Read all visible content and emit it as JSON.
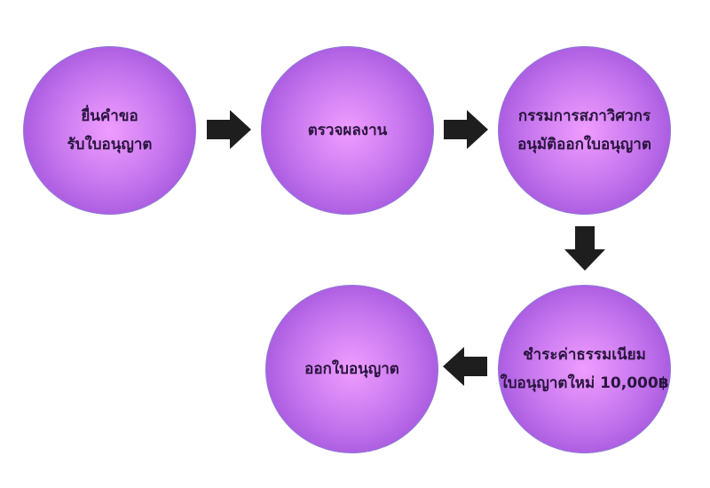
{
  "steps": [
    {
      "id": "request-license",
      "lines": [
        "ยื่นคำขอ",
        "รับใบอนุญาต"
      ]
    },
    {
      "id": "inspect-work",
      "lines": [
        "ตรวจผลงาน"
      ]
    },
    {
      "id": "committee-approve",
      "lines": [
        "กรรมการสภาวิศวกร",
        "อนุมัติออกใบอนุญาต"
      ]
    },
    {
      "id": "pay-fee",
      "lines": [
        "ชำระค่าธรรมเนียม",
        "ใบอนุญาตใหม่ 10,000฿"
      ]
    },
    {
      "id": "issue-license",
      "lines": [
        "ออกใบอนุญาต"
      ]
    }
  ],
  "connectors": [
    {
      "from": "request-license",
      "to": "inspect-work",
      "direction": "right"
    },
    {
      "from": "inspect-work",
      "to": "committee-approve",
      "direction": "right"
    },
    {
      "from": "committee-approve",
      "to": "pay-fee",
      "direction": "down"
    },
    {
      "from": "pay-fee",
      "to": "issue-license",
      "direction": "left"
    }
  ],
  "colors": {
    "node_center": "#ef9dff",
    "node_edge": "#9448d2",
    "node_border": "#8e7bd6",
    "arrow": "#1e1e1e",
    "text": "#2a1540"
  }
}
